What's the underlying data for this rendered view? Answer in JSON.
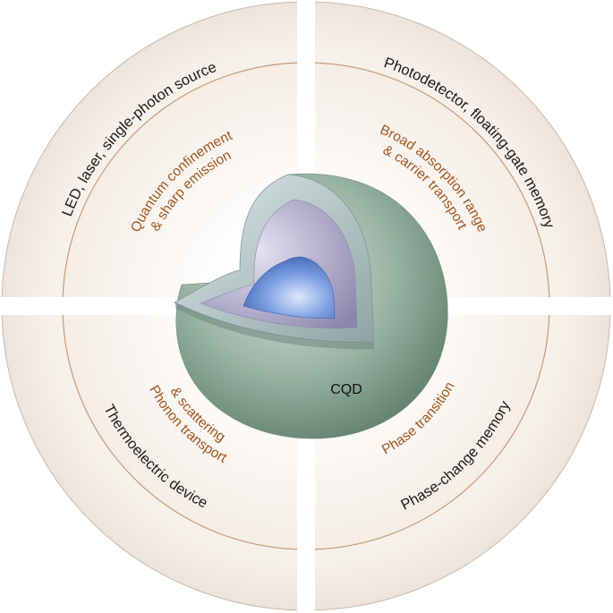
{
  "quadrants": {
    "top_left": {
      "application": "LED, laser, single-photon source",
      "property_line1": "Quantum confinement",
      "property_line2": "& sharp emission"
    },
    "top_right": {
      "application": "Photodetector, floating-gate memory",
      "property_line1": "Broad absorption range",
      "property_line2": "& carrier transport"
    },
    "bottom_left": {
      "application": "Thermoelectric device",
      "property_line1": "Phonon transport",
      "property_line2": "& scattering"
    },
    "bottom_right": {
      "application": "Phase-change memory",
      "property_line1": "Phase transition",
      "property_line2": ""
    }
  },
  "center": {
    "label": "CQD"
  },
  "colors": {
    "ring_fill": "#f6efe9",
    "ring_stroke": "#c9a98f",
    "application_text": "#1a1a1a",
    "property_text": "#a0561f",
    "shell_outer": "#8fa59c",
    "shell_middle": "#a9a3c4",
    "core": "#4f78c8"
  }
}
